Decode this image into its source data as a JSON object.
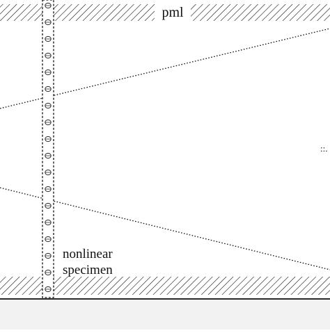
{
  "labels": {
    "pml": "pml",
    "specimen_line1": "nonlinear",
    "specimen_line2": "specimen",
    "edge_marker": "::."
  },
  "colors": {
    "ink": "#111111",
    "background": "#ffffff",
    "base_fill": "#f2f2f2"
  }
}
